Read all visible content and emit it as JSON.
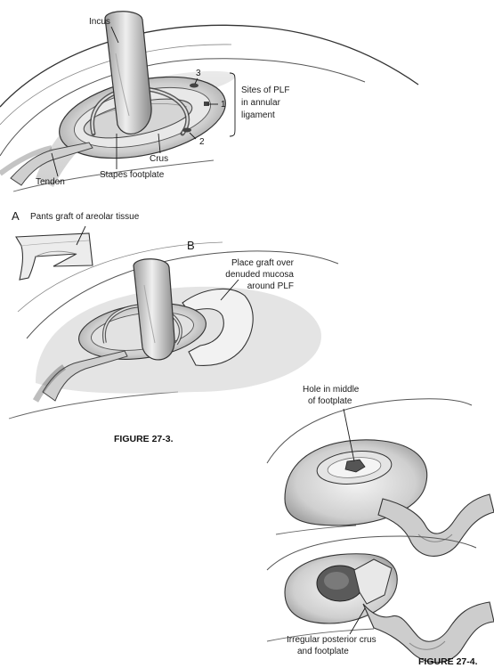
{
  "figure_27_3": {
    "caption": "FIGURE 27-3.",
    "top_panel": {
      "labels": {
        "incus": "Incus",
        "sites": [
          "Sites of PLF",
          "in annular",
          "ligament"
        ],
        "site_1": "1",
        "site_2": "2",
        "site_3": "3",
        "crus": "Crus",
        "stapes_footplate": "Stapes footplate",
        "tendon": "Tendon"
      }
    },
    "panel_a": {
      "letter": "A",
      "label": "Pants graft of areolar tissue"
    },
    "panel_b": {
      "letter": "B",
      "label": [
        "Place graft over",
        "denuded mucosa",
        "around PLF"
      ]
    }
  },
  "figure_27_4": {
    "caption": "FIGURE 27-4.",
    "labels": {
      "hole": [
        "Hole in middle",
        "of footplate"
      ],
      "irregular": [
        "Irregular posterior crus",
        "and footplate"
      ]
    }
  },
  "colors": {
    "ink": "#1a1a1a",
    "tissue_light": "#e6e6e6",
    "tissue_mid": "#c4c4c4",
    "tissue_dark": "#8f8f8f"
  }
}
